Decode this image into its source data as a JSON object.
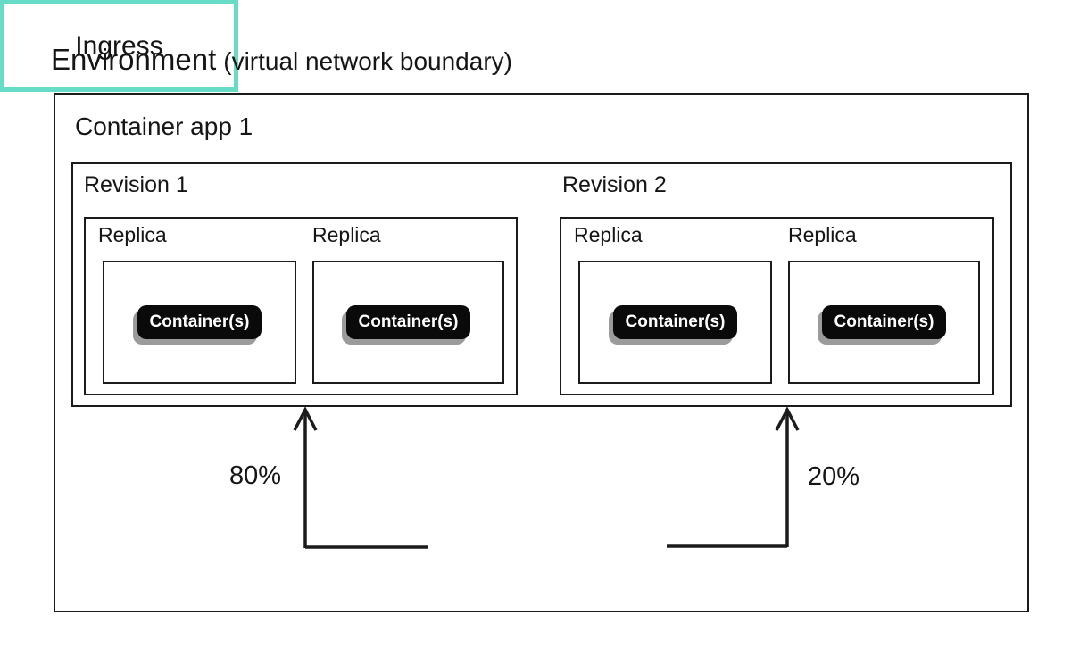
{
  "diagram": {
    "title": "Environment",
    "title_suffix": "(virtual network boundary)",
    "container_app": {
      "label": "Container app 1"
    },
    "revisions": [
      {
        "label": "Revision 1",
        "traffic_percent": "80%",
        "replicas": [
          {
            "label": "Replica",
            "container_label": "Container(s)"
          },
          {
            "label": "Replica",
            "container_label": "Container(s)"
          }
        ]
      },
      {
        "label": "Revision 2",
        "traffic_percent": "20%",
        "replicas": [
          {
            "label": "Replica",
            "container_label": "Container(s)"
          },
          {
            "label": "Replica",
            "container_label": "Container(s)"
          }
        ]
      }
    ],
    "ingress": {
      "label": "Ingress"
    },
    "colors": {
      "line": "#1b1b1b",
      "text": "#151515",
      "ingress_border": "#66dcc6",
      "badge_bg": "#0a0a0a",
      "badge_text": "#ffffff",
      "badge_shadow": "#9b9b9b"
    }
  }
}
